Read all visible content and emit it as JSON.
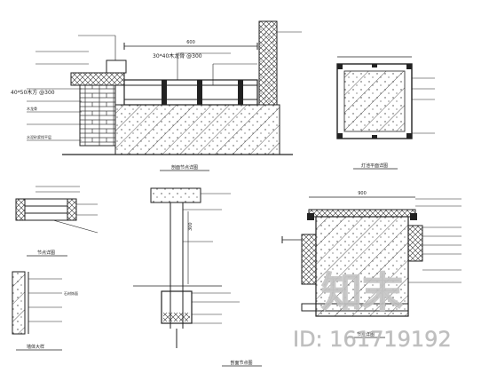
{
  "labels": {
    "detail_main_title": "剖面节点详图",
    "detail_square_title": "灯池平面详图",
    "detail_small_title": "节点详图",
    "detail_wall_title": "墙体大样",
    "detail_column_title": "剖面节点图",
    "detail_right_title": "节点详图",
    "ann_spec1": "30*40木龙骨 @300",
    "ann_spec2": "40*50木方 @300",
    "ann_note_wall": "石材饰面",
    "ann_note_floor": "水泥砂浆找平层",
    "ann_note_wood": "木龙骨",
    "dim_top": "600",
    "dim_right": "900",
    "dim_col": "300"
  },
  "watermark": {
    "brand": "知末",
    "id_text": "ID: 161719192"
  },
  "colors": {
    "line": "#222222",
    "hatch": "#333333",
    "watermark": "#b8b8b8"
  }
}
